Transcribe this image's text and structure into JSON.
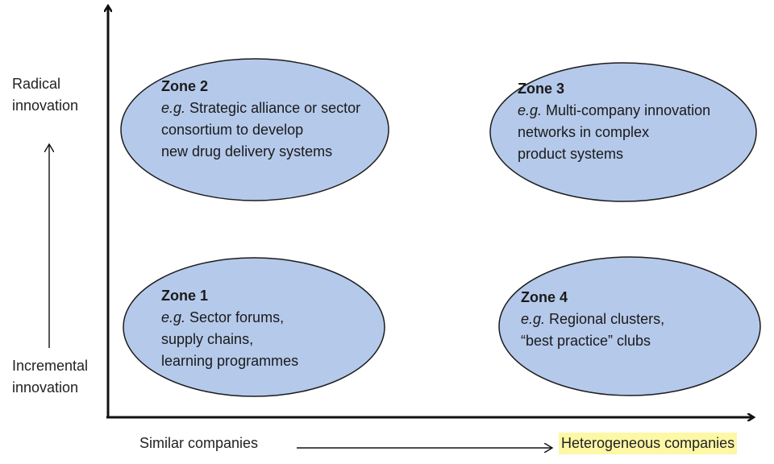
{
  "axes": {
    "y_top_label": [
      "Radical",
      "innovation"
    ],
    "y_bottom_label": [
      "Incremental",
      "innovation"
    ],
    "x_left_label": "Similar companies",
    "x_right_label": "Heterogeneous companies"
  },
  "zones": [
    {
      "id": "zone2",
      "title": "Zone 2",
      "eg": "e.g.",
      "lines": [
        " Strategic alliance or sector",
        "consortium to develop",
        "new drug delivery systems"
      ]
    },
    {
      "id": "zone3",
      "title": "Zone 3",
      "eg": "e.g.",
      "lines": [
        " Multi-company innovation",
        "networks in complex",
        "product systems"
      ]
    },
    {
      "id": "zone1",
      "title": "Zone 1",
      "eg": "e.g.",
      "lines": [
        " Sector forums,",
        "supply chains,",
        "learning programmes"
      ]
    },
    {
      "id": "zone4",
      "title": "Zone 4",
      "eg": "e.g.",
      "lines": [
        " Regional clusters,",
        "“best practice” clubs"
      ]
    }
  ],
  "colors": {
    "ellipse_fill": "#b5c9ea",
    "ellipse_stroke": "#1c1c1c",
    "axis": "#111111",
    "highlight": "#fdf7a6"
  }
}
